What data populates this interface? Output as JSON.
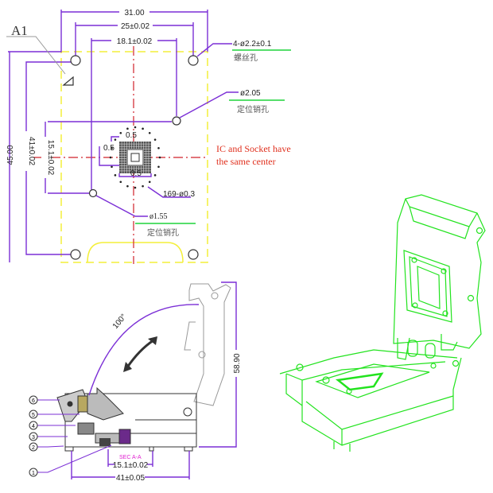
{
  "top_view": {
    "pin_label": "A1",
    "dim_overall_width": "31.00",
    "dim_screw_spacing": "25±0.02",
    "dim_pin_width": "18.1±0.02",
    "dim_overall_height": "45.00",
    "dim_screw_vertical": "41±0.02",
    "dim_pin_vertical": "15.1±0.02",
    "screw_hole_spec": "4-ø2.2±0.1",
    "screw_hole_name": "螺丝孔",
    "locating_pin_1_spec": "ø2.05",
    "locating_pin_1_name": "定位销孔",
    "locating_pin_2_spec": "ø1.55",
    "locating_pin_2_name": "定位销孔",
    "ball_count_spec": "169-ø0.3",
    "pitch_1": "0.5",
    "pitch_2": "0.5",
    "pitch_3": "0.5",
    "note_line1": "IC and Socket have",
    "note_line2": "the same center"
  },
  "side_view": {
    "open_angle": "100°",
    "height_dim": "58.90",
    "section_label": "SEC A-A",
    "dim_inner": "15.1±0.02",
    "dim_outer": "41±0.05",
    "callouts": [
      "1",
      "2",
      "3",
      "4",
      "5",
      "6"
    ]
  },
  "colors": {
    "dimension": "#7b2fd6",
    "outline": "#f4ef3a",
    "centerline": "#d0202a",
    "iso_model": "#22e31e",
    "note": "#e0301e"
  }
}
